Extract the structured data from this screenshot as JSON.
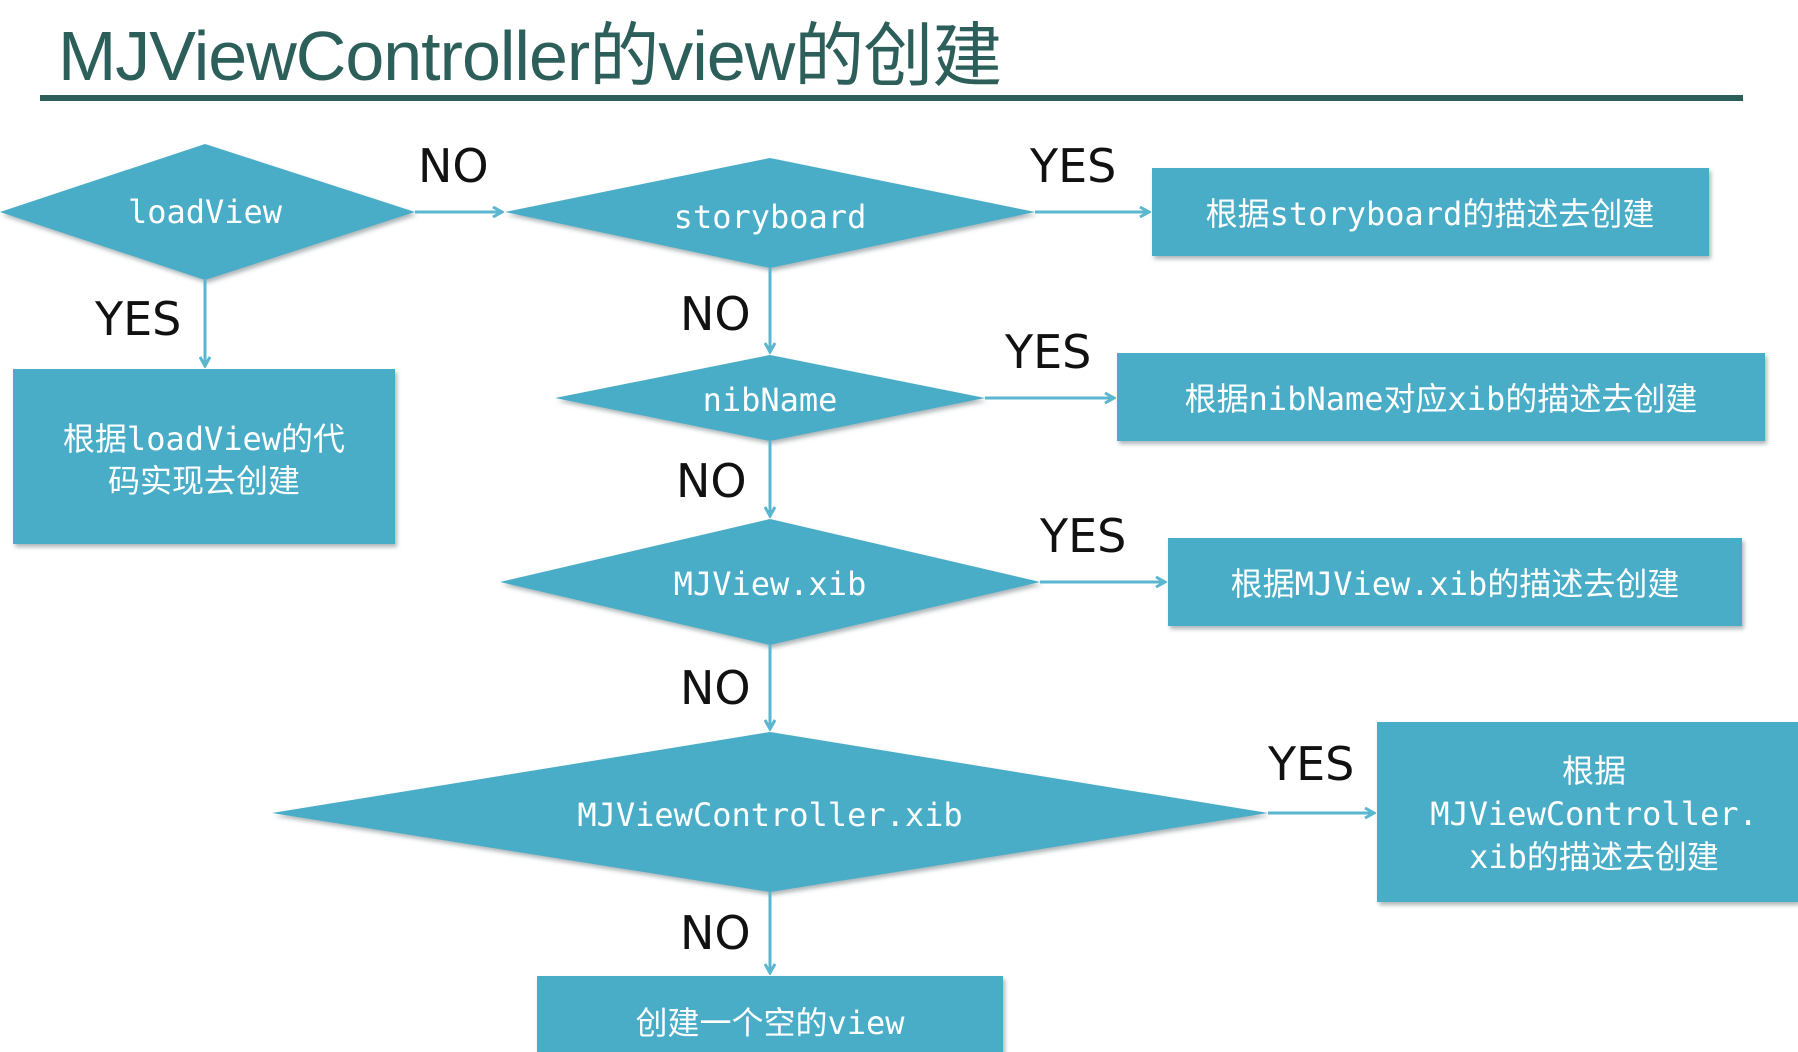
{
  "title": "MJViewController的view的创建",
  "colors": {
    "shape_fill": "#4aadc8",
    "shape_shadow": "#9aa5a8",
    "arrow": "#5bb6cf",
    "title": "#2c5e5a",
    "text_on_shape": "#ffffff",
    "edge_label": "#111111"
  },
  "decisions": {
    "loadview": "loadView",
    "storyboard": "storyboard",
    "nibname": "nibName",
    "mjview_xib": "MJView.xib",
    "mjviewcontroller_xib": "MJViewController.xib"
  },
  "results": {
    "loadview": [
      "根据loadView的代",
      "码实现去创建"
    ],
    "storyboard": "根据storyboard的描述去创建",
    "nibname": "根据nibName对应xib的描述去创建",
    "mjview_xib": "根据MJView.xib的描述去创建",
    "mjviewcontroller_xib": [
      "根据",
      "MJViewController.",
      "xib的描述去创建"
    ],
    "empty_view": "创建一个空的view"
  },
  "edge_labels": {
    "loadview_no": "NO",
    "loadview_yes": "YES",
    "storyboard_yes": "YES",
    "storyboard_no": "NO",
    "nibname_yes": "YES",
    "nibname_no": "NO",
    "mjview_yes": "YES",
    "mjview_no": "NO",
    "mjvc_yes": "YES",
    "mjvc_no": "NO"
  }
}
